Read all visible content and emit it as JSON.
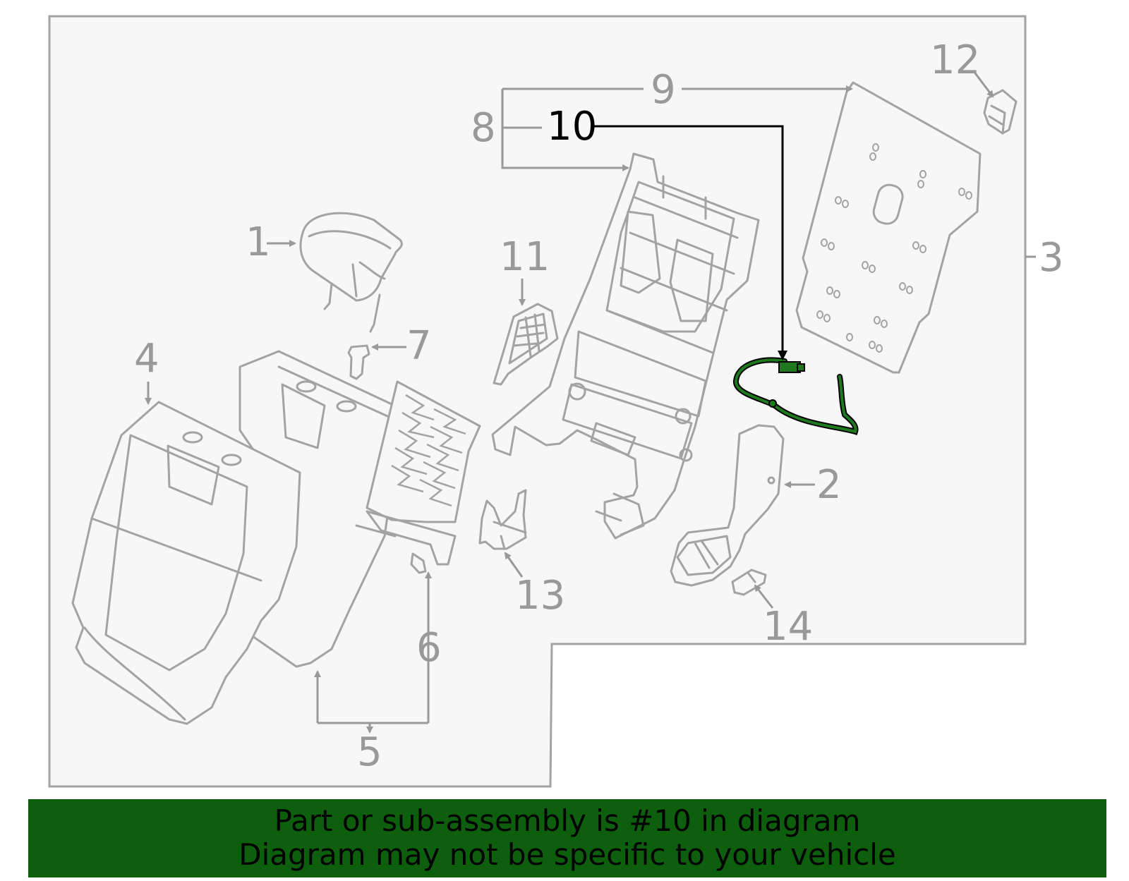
{
  "diagram": {
    "callouts": {
      "c1": "1",
      "c2": "2",
      "c3": "3",
      "c4": "4",
      "c5": "5",
      "c6": "6",
      "c7": "7",
      "c8": "8",
      "c9": "9",
      "c10": "10",
      "c11": "11",
      "c12": "12",
      "c13": "13",
      "c14": "14"
    },
    "highlighted_part": "10",
    "colors": {
      "background_panel": "#f7f7f7",
      "part_lines": "#a3a3a3",
      "highlight_part": "#1f7a1f",
      "banner": "#0d5f0d"
    }
  },
  "banner": {
    "line1": "Part or sub-assembly is #10 in diagram",
    "line2": "Diagram may not be specific to your vehicle"
  }
}
